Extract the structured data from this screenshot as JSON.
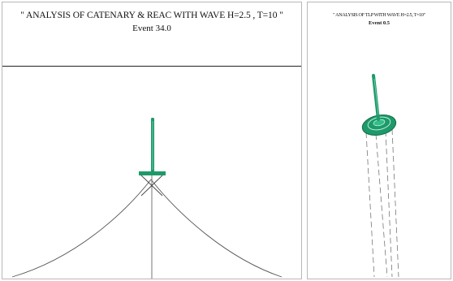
{
  "left_panel": {
    "title": "\" ANALYSIS OF CATENARY & REAC WITH WAVE  H=2.5 , T=10 \"",
    "subtitle": "Event  34.0"
  },
  "right_panel": {
    "title": "\" ANALYSIS OF TLP WITH WAVE H=2.5, T=10\"",
    "subtitle": "Event 0.5"
  },
  "colors": {
    "structure": "#1e9a6a",
    "line": "#555555",
    "border": "#b8b8b8"
  }
}
